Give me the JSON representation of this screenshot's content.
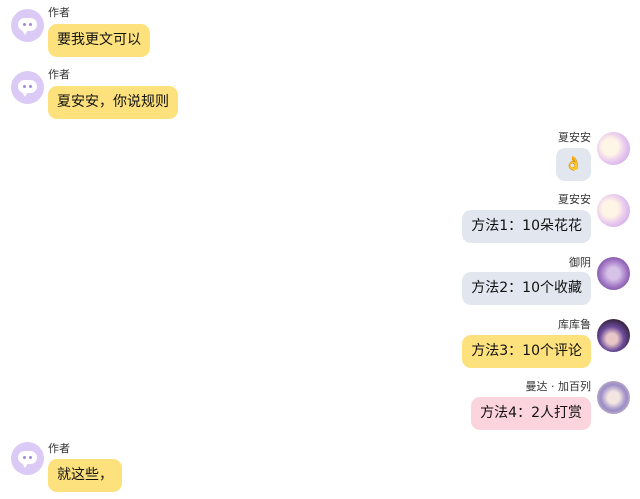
{
  "messages": [
    {
      "sender": "作者",
      "side": "left",
      "text": "要我更文可以",
      "color": "#fde17c"
    },
    {
      "sender": "作者",
      "side": "left",
      "text": "夏安安，你说规则",
      "color": "#fde17c"
    },
    {
      "sender": "夏安安",
      "side": "right",
      "text": "👌",
      "color": "#e1e6ef"
    },
    {
      "sender": "夏安安",
      "side": "right",
      "text": "方法1：10朵花花",
      "color": "#e1e6ef"
    },
    {
      "sender": "御阴",
      "side": "right",
      "text": "方法2：10个收藏",
      "color": "#e1e6ef"
    },
    {
      "sender": "库库鲁",
      "side": "right",
      "text": "方法3：10个评论",
      "color": "#fde17c"
    },
    {
      "sender": "曼达 · 加百列",
      "side": "right",
      "text": "方法4：2人打赏",
      "color": "#fcd4dd"
    },
    {
      "sender": "作者",
      "side": "left",
      "text": "就这些，",
      "color": "#fde17c"
    }
  ]
}
